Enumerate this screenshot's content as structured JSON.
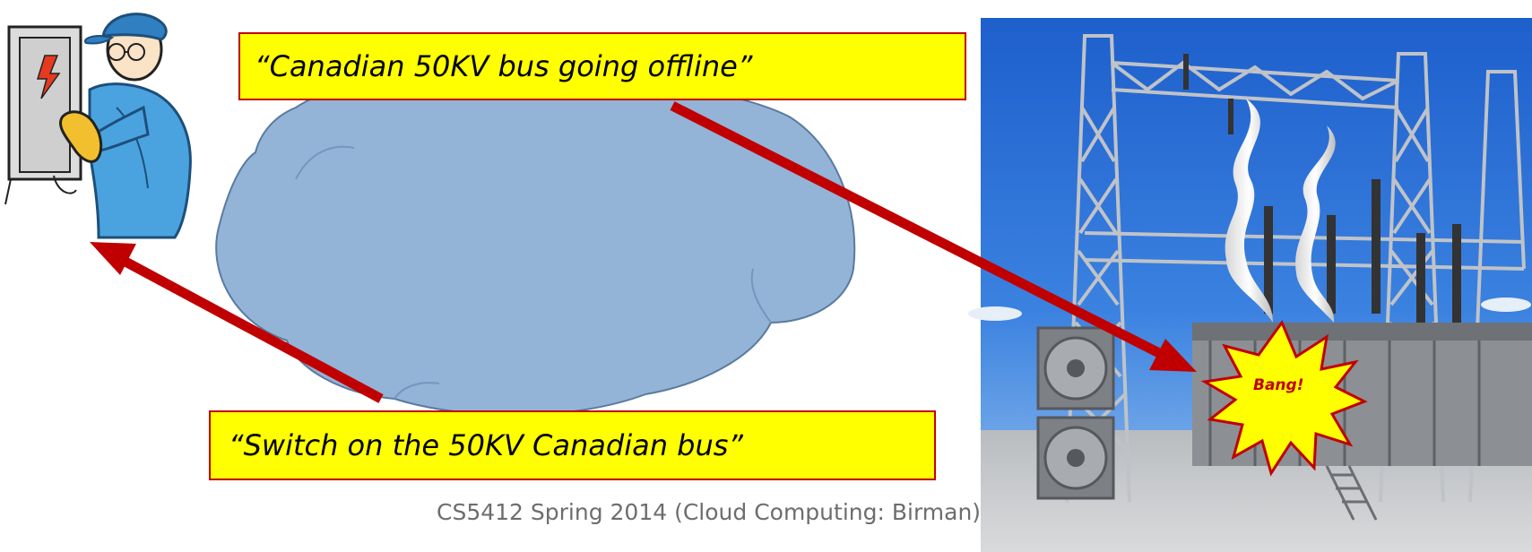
{
  "callouts": {
    "top": "“Canadian 50KV bus going offline”",
    "bottom": "“Switch on the 50KV Canadian bus”"
  },
  "explosion": {
    "label": "Bang!"
  },
  "footer": "CS5412 Spring 2014 (Cloud Computing: Birman)",
  "colors": {
    "callout_fill": "#ffff00",
    "callout_border": "#c00000",
    "arrow": "#c00000",
    "cloud_fill": "#93b3d7",
    "cloud_stroke": "#5a7aa0",
    "sky": "#2f6fd6"
  },
  "icons": [
    "technician-clipart",
    "electrical-panel",
    "power-substation-photo",
    "smoke-icon",
    "explosion-starburst"
  ]
}
